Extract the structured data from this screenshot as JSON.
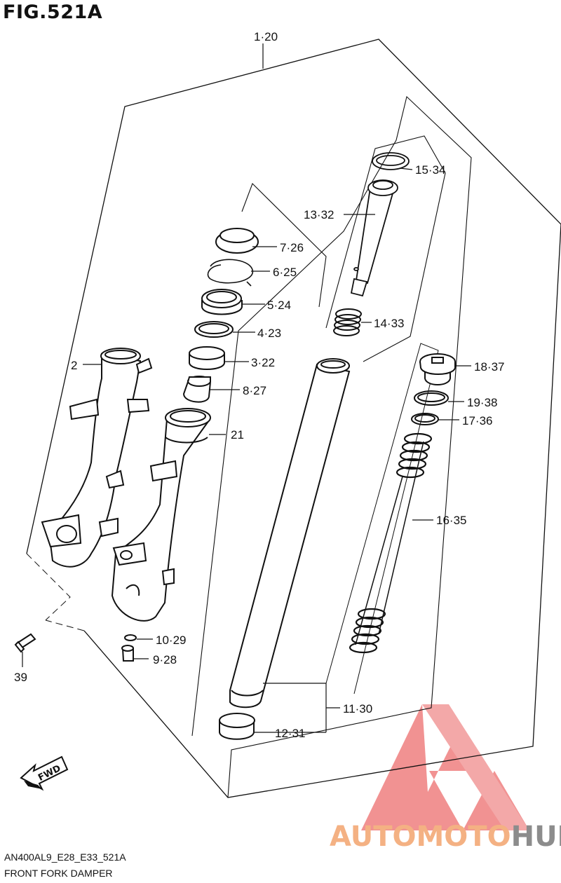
{
  "figure": {
    "title": "FIG.521A",
    "code": "AN400AL9_E28_E33_521A",
    "name": "FRONT FORK DAMPER"
  },
  "fwd_label": "FWD",
  "callouts": [
    {
      "id": "c-1-20",
      "text": "1·20"
    },
    {
      "id": "c-15-34",
      "text": "15·34"
    },
    {
      "id": "c-13-32",
      "text": "13·32"
    },
    {
      "id": "c-7-26",
      "text": "7·26"
    },
    {
      "id": "c-6-25",
      "text": "6·25"
    },
    {
      "id": "c-5-24",
      "text": "5·24"
    },
    {
      "id": "c-14-33",
      "text": "14·33"
    },
    {
      "id": "c-4-23",
      "text": "4·23"
    },
    {
      "id": "c-2",
      "text": "2"
    },
    {
      "id": "c-3-22",
      "text": "3·22"
    },
    {
      "id": "c-18-37",
      "text": "18·37"
    },
    {
      "id": "c-8-27",
      "text": "8·27"
    },
    {
      "id": "c-19-38",
      "text": "19·38"
    },
    {
      "id": "c-17-36",
      "text": "17·36"
    },
    {
      "id": "c-21",
      "text": "21"
    },
    {
      "id": "c-16-35",
      "text": "16·35"
    },
    {
      "id": "c-10-29",
      "text": "10·29"
    },
    {
      "id": "c-9-28",
      "text": "9·28"
    },
    {
      "id": "c-39",
      "text": "39"
    },
    {
      "id": "c-11-30",
      "text": "11·30"
    },
    {
      "id": "c-12-31",
      "text": "12·31"
    }
  ],
  "watermark": {
    "part1": "AUTOMOTO",
    "part2": "HUB",
    "color1": "#f4b183",
    "color2": "#8c8c8c",
    "logo_color": "#ef7f7f"
  }
}
